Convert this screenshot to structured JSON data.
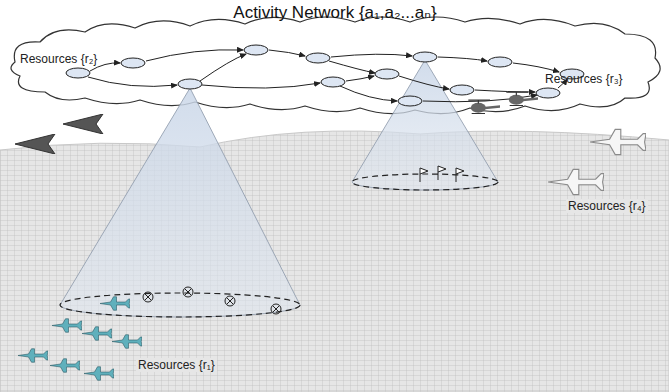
{
  "diagram": {
    "title": "Activity Network {a₁,a₂...aₙ}",
    "labels": [
      "Resources {r₂}",
      "Resources {r₃}",
      "Resources {r₄}",
      "Resources {r₁}"
    ]
  }
}
